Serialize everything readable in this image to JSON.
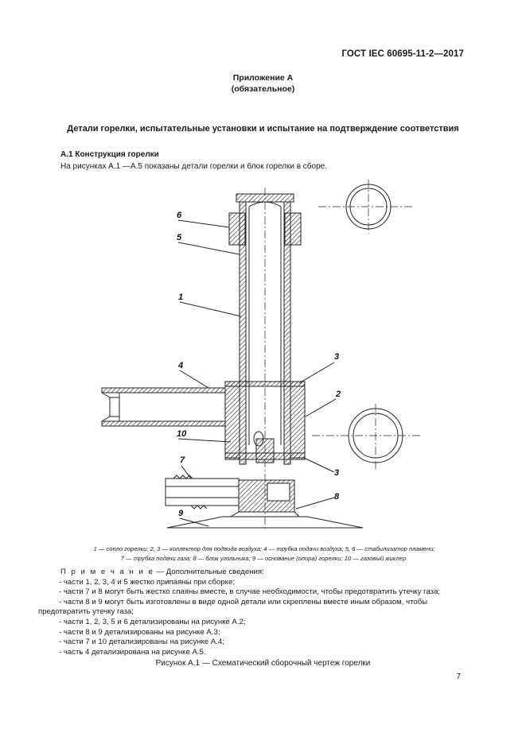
{
  "header": {
    "standard": "ГОСТ IEC 60695-11-2—2017"
  },
  "appendix": {
    "title": "Приложение А",
    "subtitle": "(обязательное)"
  },
  "section": {
    "title": "Детали горелки, испытательные установки и испытание на подтверждение соответствия"
  },
  "subsection": {
    "heading": "А.1  Конструкция горелки",
    "intro": "На рисунках А.1 —А.5 показаны детали горелки и блок горелки в сборе."
  },
  "figure": {
    "labels": [
      "6",
      "5",
      "1",
      "4",
      "10",
      "7",
      "9",
      "3",
      "2",
      "3",
      "8"
    ],
    "legend_line1": "1 — сопло горелки; 2, 3 — коллектор для подвода воздуха; 4 — трубка подачи воздуха; 5, 6 — стабилизатор пламени;",
    "legend_line2": "7 — трубка подачи газа; 8 — блок угольника; 9 — основание (опора) горелки; 10 — газовый жиклер.",
    "caption": "Рисунок А.1 — Схематический сборочный чертеж горелки"
  },
  "notes": {
    "prefix": "П р и м е ч а н и е",
    "prefix_rest": " — Дополнительные сведения:",
    "items": [
      "-  части 1, 2, 3, 4 и 5 жестко припаяны при сборке;",
      "-  части 7 и 8 могут быть жестко спаяны вместе, в случае необходимости, чтобы предотвратить утечку газа;",
      "-  части 8 и 9 могут быть изготовлены в виде одной детали или скреплены вместе иным образом, чтобы",
      "предотвратить утечку газа;",
      "-  части 1, 2, 3, 5 и 6 детализированы на рисунке А.2;",
      "-  части 8 и 9 детализированы на рисунке А.3;",
      "-  части 7 и 10 детализированы на рисунке А.4;",
      "-  часть 4 детализирована на рисунке А.5."
    ]
  },
  "page": {
    "number": "7"
  }
}
